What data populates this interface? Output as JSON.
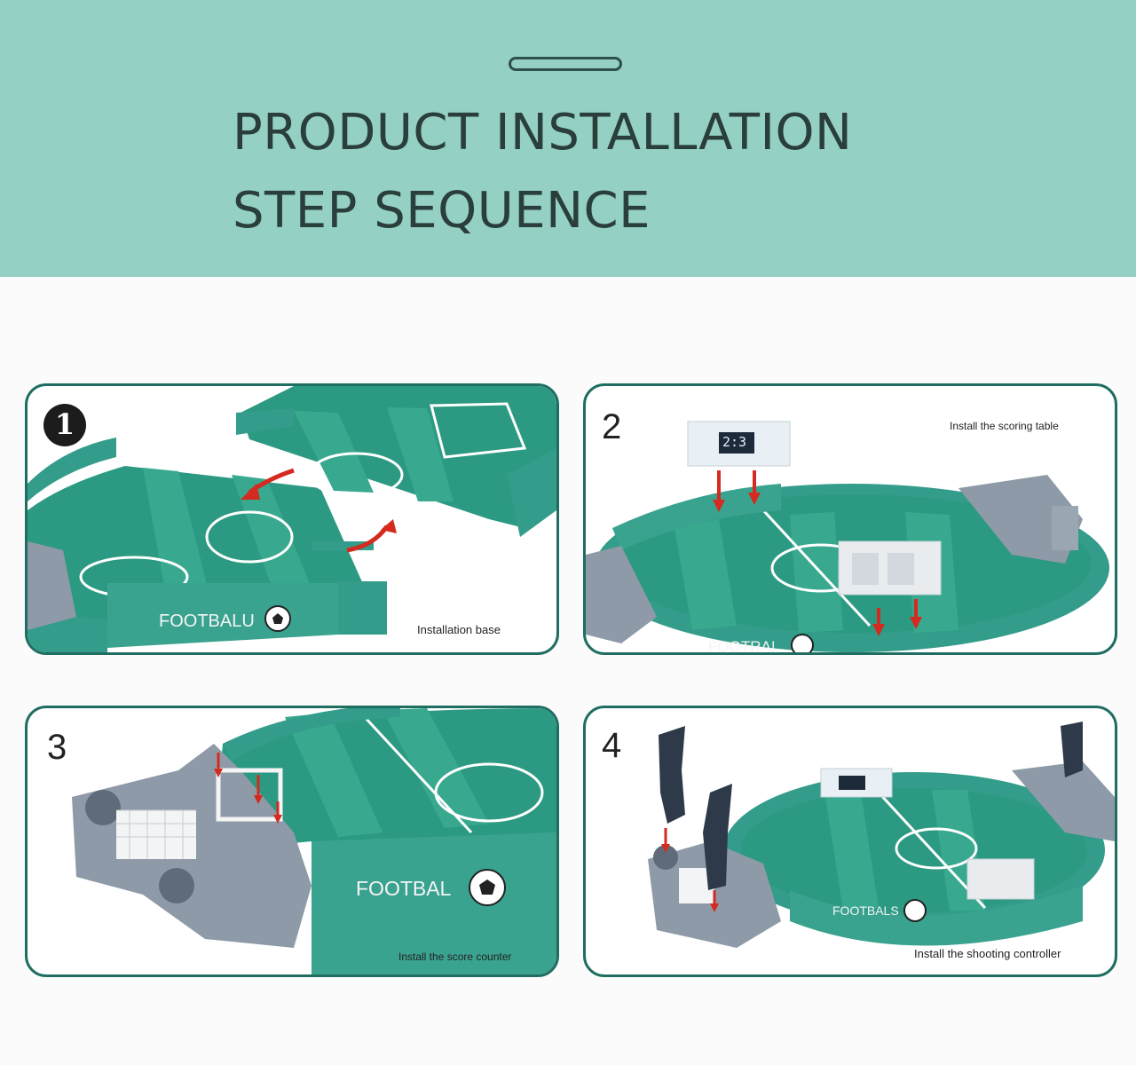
{
  "header": {
    "title_line1": "PRODUCT INSTALLATION",
    "title_line2": "STEP SEQUENCE"
  },
  "steps": [
    {
      "number": "1",
      "caption": "Installation base",
      "brand": "FOOTBALU"
    },
    {
      "number": "2",
      "caption": "Install the scoring table",
      "brand": "FOOTRA!",
      "score": "2:3"
    },
    {
      "number": "3",
      "caption": "Install the score counter",
      "brand": "FOOTBAL"
    },
    {
      "number": "4",
      "caption": "Install the shooting controller",
      "brand": "FOOTBALS"
    }
  ],
  "colors": {
    "header_bg": "#94d0c4",
    "field_green": "#2c9a82",
    "field_dark": "#1f8670",
    "rail_teal": "#349c8a",
    "border_teal": "#1f6e61",
    "plastic_gray": "#8e9aa8",
    "arrow_red": "#d42a1f"
  }
}
